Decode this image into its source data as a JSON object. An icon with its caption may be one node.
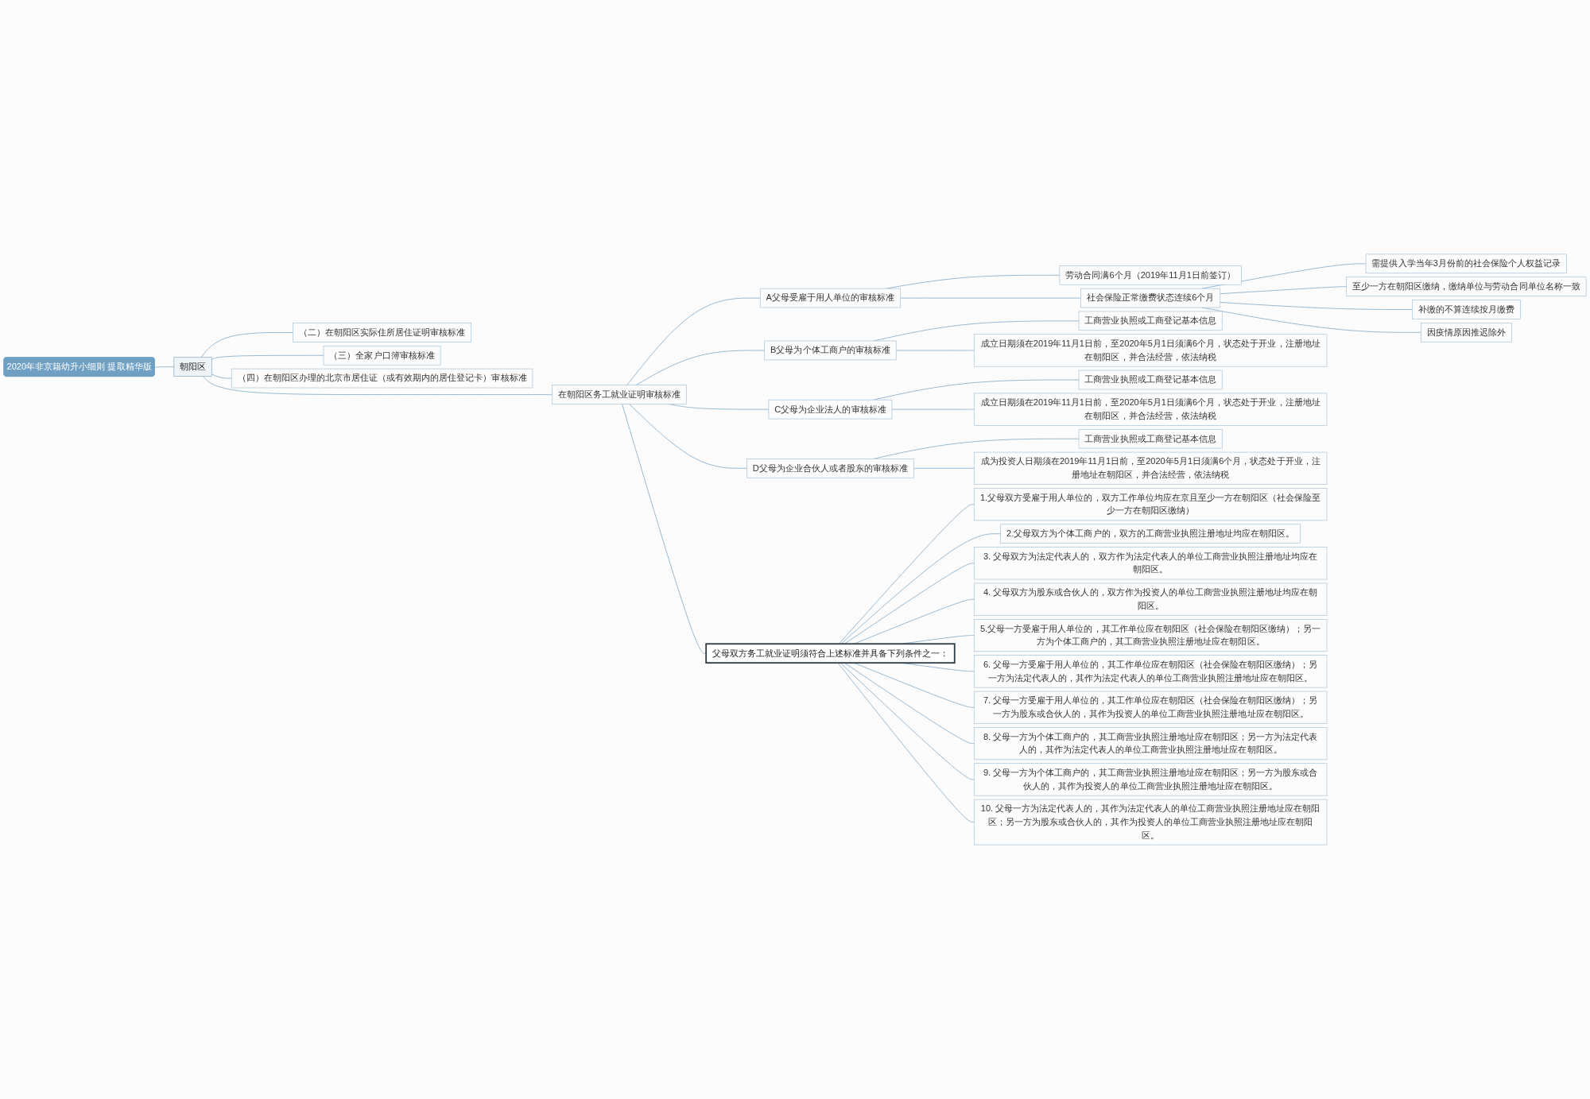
{
  "diagram": {
    "nodes": [
      {
        "text": [
          "2020年非京籍幼升小细则 提取精华版"
        ]
      },
      {
        "text": [
          "朝阳区"
        ]
      },
      {
        "text": [
          "在朝阳区务工就业证明审核标准"
        ]
      },
      {
        "text": [
          "A父母受雇于用人单位的审核标准"
        ]
      },
      {
        "text": [
          "劳动合同满6个月（2019年11月1日前签订）"
        ]
      },
      {
        "text": [
          "社会保险正常缴费状态连续6个月"
        ]
      },
      {
        "text": [
          "需提供入学当年3月份前的社会保险个人权益记录"
        ]
      },
      {
        "text": [
          "至少一方在朝阳区缴纳，缴纳单位与劳动合同单位名称一致"
        ]
      },
      {
        "text": [
          "补缴的不算连续按月缴费"
        ]
      },
      {
        "text": [
          "因疫情原因推迟除外"
        ]
      },
      {
        "text": [
          "B父母为个体工商户的审核标准"
        ]
      },
      {
        "text": [
          "工商营业执照或工商登记基本信息"
        ]
      },
      {
        "text": [
          "成立日期须在2019年11月1日前，至2020年5月1日须满6个月，状态处于开业，注册地址在朝阳区，并合法经营，依法纳税"
        ]
      },
      {
        "text": [
          "C父母为企业法人的审核标准"
        ]
      },
      {
        "text": [
          "工商营业执照或工商登记基本信息"
        ]
      },
      {
        "text": [
          "成立日期须在2019年11月1日前，至2020年5月1日须满6个月，状态处于开业，注册地址在朝阳区，并合法经营，依法纳税"
        ]
      },
      {
        "text": [
          "D父母为企业合伙人或者股东的审核标准"
        ]
      },
      {
        "text": [
          "工商营业执照或工商登记基本信息"
        ]
      },
      {
        "text": [
          "成为投资人日期须在2019年11月1日前，至2020年5月1日须满6个月，状态处于开业，注册地址在朝阳区，并合法经营，依法纳税"
        ]
      },
      {
        "text": [
          "父母双方务工就业证明须符合上述标准并具备下列条件之一："
        ]
      },
      {
        "text": [
          "1.父母双方受雇于用人单位的，双方工作单位均应在京且至少一方在朝阳区（社会保险至少一方在朝阳区缴纳）"
        ]
      },
      {
        "text": [
          "2.父母双方为个体工商户的，双方的工商营业执照注册地址均应在朝阳区。"
        ]
      },
      {
        "text": [
          "3. 父母双方为法定代表人的，双方作为法定代表人的单位工商营业执照注册地址均应在朝阳区。"
        ]
      },
      {
        "text": [
          "4. 父母双方为股东或合伙人的，双方作为投资人的单位工商营业执照注册地址均应在朝阳区。"
        ]
      },
      {
        "text": [
          "5.父母一方受雇于用人单位的，其工作单位应在朝阳区（社会保险在朝阳区缴纳）；另一方为个体工商户的，其工商营业执照注册地址应在朝阳区。"
        ]
      },
      {
        "text": [
          "6. 父母一方受雇于用人单位的，其工作单位应在朝阳区（社会保险在朝阳区缴纳）；另一方为法定代表人的，其作为法定代表人的单位工商营业执照注册地址应在朝阳区。"
        ]
      },
      {
        "text": [
          "7. 父母一方受雇于用人单位的，其工作单位应在朝阳区（社会保险在朝阳区缴纳）；另一方为股东或合伙人的，其作为投资人的单位工商营业执照注册地址应在朝阳区。"
        ]
      },
      {
        "text": [
          "8. 父母一方为个体工商户的，其工商营业执照注册地址应在朝阳区；另一方为法定代表人的，其作为法定代表人的单位工商营业执照注册地址应在朝阳区。"
        ]
      },
      {
        "text": [
          "9. 父母一方为个体工商户的，其工商营业执照注册地址应在朝阳区；另一方为股东或合伙人的，其作为投资人的单位工商营业执照注册地址应在朝阳区。"
        ]
      },
      {
        "text": [
          "10. 父母一方为法定代表人的，其作为法定代表人的单位工商营业执照注册地址应在朝阳区；另一方为股东或合伙人的，其作为投资人的单位工商营业执照注册地址应在朝阳区。"
        ]
      },
      {
        "text": [
          "（二）在朝阳区实际住所居住证明审核标准"
        ]
      },
      {
        "text": [
          "（三）全家户口簿审核标准"
        ]
      },
      {
        "text": [
          "（四）在朝阳区办理的北京市居住证（或有效期内的居住登记卡）审核标准"
        ]
      }
    ],
    "edges": [
      {
        "from": 0,
        "to": 1,
        "arrow": "none"
      },
      {
        "from": 1,
        "to": 2,
        "arrow": "none"
      },
      {
        "from": 2,
        "to": 3,
        "arrow": "none"
      },
      {
        "from": 3,
        "to": 4,
        "arrow": "none"
      },
      {
        "from": 3,
        "to": 5,
        "arrow": "none"
      },
      {
        "from": 5,
        "to": 6,
        "arrow": "none"
      },
      {
        "from": 5,
        "to": 7,
        "arrow": "none"
      },
      {
        "from": 5,
        "to": 8,
        "arrow": "none"
      },
      {
        "from": 5,
        "to": 9,
        "arrow": "none"
      },
      {
        "from": 2,
        "to": 10,
        "arrow": "none"
      },
      {
        "from": 10,
        "to": 11,
        "arrow": "none"
      },
      {
        "from": 10,
        "to": 12,
        "arrow": "none"
      },
      {
        "from": 2,
        "to": 13,
        "arrow": "none"
      },
      {
        "from": 13,
        "to": 14,
        "arrow": "none"
      },
      {
        "from": 13,
        "to": 15,
        "arrow": "none"
      },
      {
        "from": 2,
        "to": 16,
        "arrow": "none"
      },
      {
        "from": 16,
        "to": 17,
        "arrow": "none"
      },
      {
        "from": 16,
        "to": 18,
        "arrow": "none"
      },
      {
        "from": 2,
        "to": 19,
        "arrow": "none"
      },
      {
        "from": 19,
        "to": 20,
        "arrow": "none"
      },
      {
        "from": 19,
        "to": 21,
        "arrow": "none"
      },
      {
        "from": 19,
        "to": 22,
        "arrow": "none"
      },
      {
        "from": 19,
        "to": 23,
        "arrow": "none"
      },
      {
        "from": 19,
        "to": 24,
        "arrow": "none"
      },
      {
        "from": 19,
        "to": 25,
        "arrow": "none"
      },
      {
        "from": 19,
        "to": 26,
        "arrow": "none"
      },
      {
        "from": 19,
        "to": 27,
        "arrow": "none"
      },
      {
        "from": 19,
        "to": 28,
        "arrow": "none"
      },
      {
        "from": 19,
        "to": 29,
        "arrow": "none"
      },
      {
        "from": 1,
        "to": 30,
        "arrow": "none"
      },
      {
        "from": 1,
        "to": 31,
        "arrow": "none"
      },
      {
        "from": 1,
        "to": 32,
        "arrow": "none"
      }
    ]
  }
}
